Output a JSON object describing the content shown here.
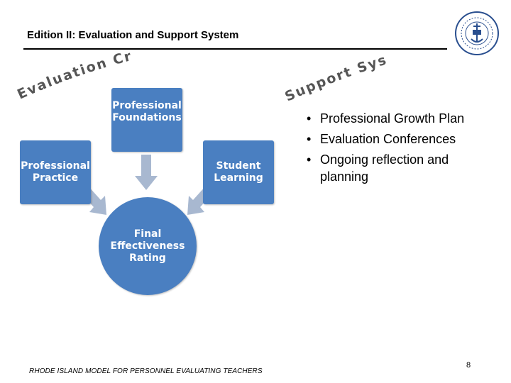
{
  "header": {
    "title": "Edition II:  Evaluation and Support System"
  },
  "diagram": {
    "criteria_arc": "Evaluation Criteria",
    "support_arc": "Support System",
    "boxes": {
      "foundations": "Professional\nFoundations",
      "practice": "Professional\nPractice",
      "learning": "Student\nLearning"
    },
    "final": "Final\nEffectiveness\nRating"
  },
  "bullets": [
    "Professional Growth Plan",
    "Evaluation Conferences",
    "Ongoing reflection and planning"
  ],
  "footer": {
    "text": "RHODE ISLAND MODEL FOR PERSONNEL EVALUATING TEACHERS",
    "page_number": "8"
  },
  "colors": {
    "box_fill": "#4a7fc1",
    "arrow_fill": "#a8b8d0",
    "arc_text": "#555555"
  }
}
